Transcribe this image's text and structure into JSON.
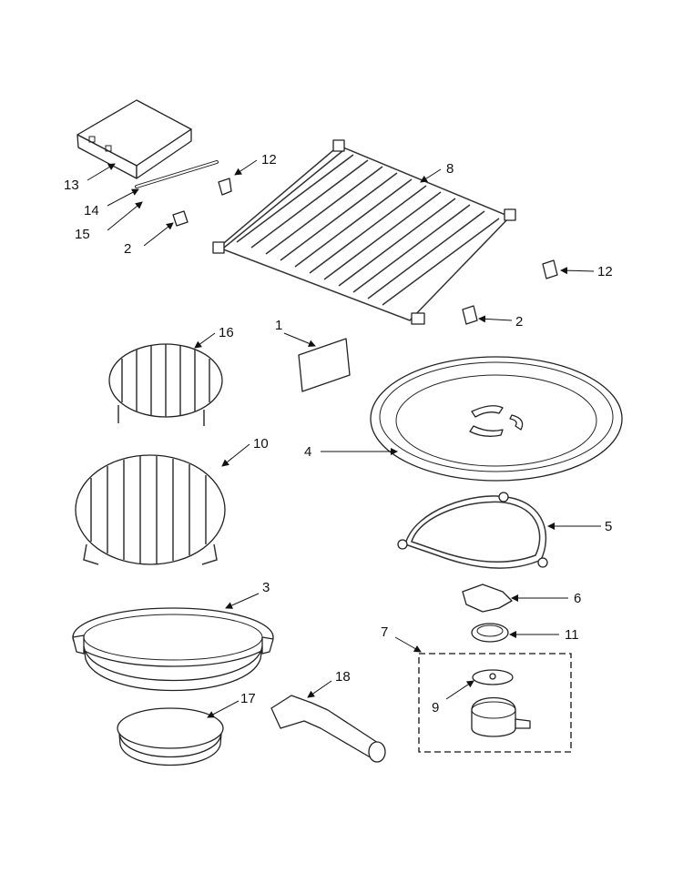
{
  "callouts": {
    "c1": "1",
    "c2a": "2",
    "c2b": "2",
    "c3": "3",
    "c4": "4",
    "c5": "5",
    "c6": "6",
    "c7": "7",
    "c8": "8",
    "c9": "9",
    "c10": "10",
    "c11": "11",
    "c12a": "12",
    "c12b": "12",
    "c13": "13",
    "c14": "14",
    "c15": "15",
    "c16": "16",
    "c17": "17",
    "c18": "18"
  },
  "colors": {
    "line": "#222222",
    "background": "#ffffff"
  }
}
